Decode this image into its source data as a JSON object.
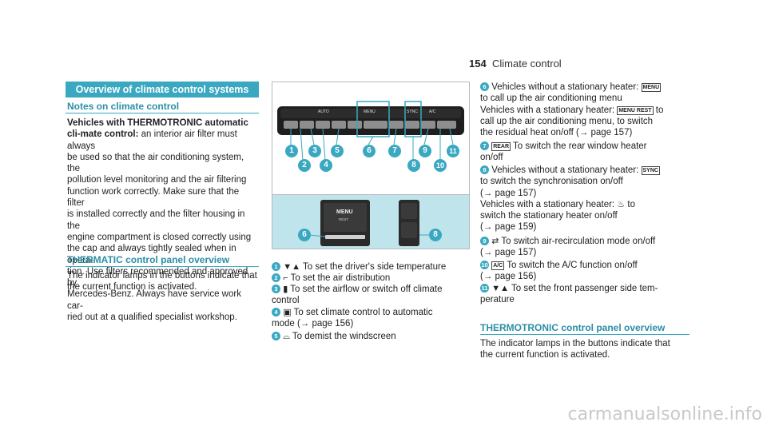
{
  "header": {
    "page_number": "154",
    "section_title": "Climate control"
  },
  "left": {
    "section_bar": "Overview of climate control systems",
    "notes_heading": "Notes on climate control",
    "notes_lead": "Vehicles with THERMOTRONIC automatic cli-mate control:",
    "notes_lines": [
      " an interior air filter must always",
      "be used so that the air conditioning system, the",
      "pollution level monitoring and the air filtering",
      "function work correctly. Make sure that the filter",
      "is installed correctly and the filter housing in the",
      "engine compartment is closed correctly using",
      "the cap and always tightly sealed when in opera-",
      "tion. Use filters recommended and approved by",
      "Mercedes-Benz. Always have service work car-",
      "ried out at a qualified specialist workshop."
    ],
    "panel_heading": "THERMATIC control panel overview",
    "panel_text": [
      "The indicator lamps in the buttons indicate that",
      "the current function is activated."
    ]
  },
  "illustration": {
    "panel_labels": [
      "MENU",
      "SYNC",
      "A/C",
      "AUTO"
    ],
    "callouts_top": [
      "1",
      "2",
      "3",
      "4",
      "5",
      "6",
      "7",
      "8",
      "9",
      "10",
      "11"
    ],
    "menu_label": "MENU",
    "menu_sub": "REST",
    "callouts_bottom": [
      "6",
      "8"
    ]
  },
  "middle_list": [
    {
      "num": "1",
      "icon": "temp-arrows-icon",
      "text": [
        "To set the driver's side temperature"
      ]
    },
    {
      "num": "2",
      "icon": "air-distribution-icon",
      "text": [
        "To set the air distribution"
      ]
    },
    {
      "num": "3",
      "icon": "airflow-icon",
      "text": [
        "To set the airflow or switch off climate",
        "control"
      ]
    },
    {
      "num": "4",
      "icon": "auto-icon",
      "text": [
        "To set climate control to automatic",
        "mode (→ page 156)"
      ]
    },
    {
      "num": "5",
      "icon": "demist-icon",
      "text": [
        "To demist the windscreen"
      ]
    }
  ],
  "right_list": {
    "i6": {
      "num": "6",
      "line1": "Vehicles without a stationary heater:",
      "line2": "to call up the air conditioning menu",
      "line3": "Vehicles with a stationary heater:",
      "line3b": "to",
      "line4": "call up the air conditioning menu, to switch",
      "line5": "the residual heat on/off (→ page 157)",
      "glyph": "MENU",
      "glyph2": "MENU REST"
    },
    "i7": {
      "num": "7",
      "line1": "To switch the rear window heater",
      "line2": "on/off",
      "glyph": "REAR"
    },
    "i8": {
      "num": "8",
      "line1": "Vehicles without a stationary heater:",
      "line2": "to switch the synchronisation on/off",
      "line3": "(→ page 157)",
      "line4": "Vehicles with a stationary heater:",
      "line4b": "to",
      "line5": "switch the stationary heater on/off",
      "line6": "(→ page 159)",
      "glyph": "SYNC"
    },
    "i9": {
      "num": "9",
      "line1": "To switch air-recirculation mode on/off",
      "line2": "(→ page 157)"
    },
    "i10": {
      "num": "10",
      "line1": "To switch the A/C function on/off",
      "line2": "(→ page 156)",
      "glyph": "A/C"
    },
    "i11": {
      "num": "11",
      "line1": "To set the front passenger side tem-",
      "line2": "perature"
    }
  },
  "right_bottom": {
    "heading": "THERMOTRONIC control panel overview",
    "text": [
      "The indicator lamps in the buttons indicate that",
      "the current function is activated."
    ]
  },
  "watermark": "carmanualsonline.info"
}
